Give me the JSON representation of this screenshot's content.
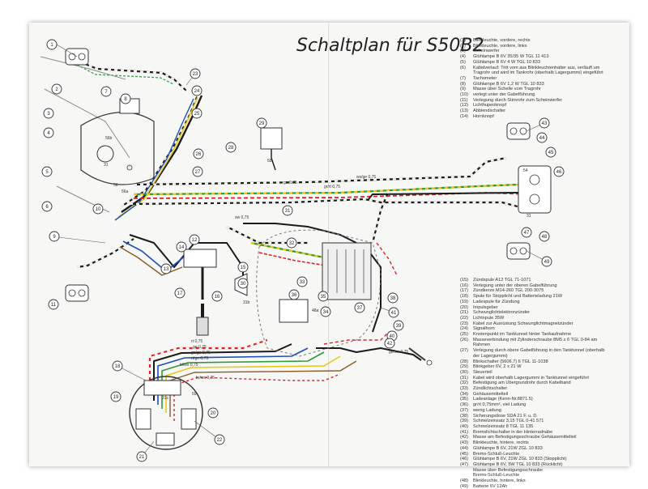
{
  "title": "Schaltplan für S50B2",
  "legend_top": [
    {
      "num": "(1)",
      "text": "Blinkleuchte, vordere, rechts"
    },
    {
      "num": "(2)",
      "text": "Blinkleuchte, vordere, links"
    },
    {
      "num": "(3)",
      "text": "Scheinwerfer"
    },
    {
      "num": "(4)",
      "text": "Glühlampe B 6V 35/35 W TGL 11 413"
    },
    {
      "num": "(5)",
      "text": "Glühlampe B 6V 4 W TGL 10 833"
    },
    {
      "num": "(6)",
      "text": "Kabelverlauf: Tritt vom aus Blinkleuchtenhalter aus, verläuft um"
    },
    {
      "num": "",
      "text": "Tragrohr und wird im Tankrohr (oberhalb Lagergummi) eingeführt"
    },
    {
      "num": "(7)",
      "text": "Tachometer"
    },
    {
      "num": "(8)",
      "text": "Glühlampe B 6V 1,2 W TGL 10 833"
    },
    {
      "num": "(9)",
      "text": "Masse über Schelle vom Tragrohr"
    },
    {
      "num": "(10)",
      "text": "verlegt unter der Gabelführung"
    },
    {
      "num": "(11)",
      "text": "Verlegung durch Stirnrohr zum Scheinwerfer"
    },
    {
      "num": "(12)",
      "text": "Lichthupenknopf"
    },
    {
      "num": "(13)",
      "text": "Abblendschalter"
    },
    {
      "num": "(14)",
      "text": "Hornknopf"
    }
  ],
  "legend_bottom": [
    {
      "num": "(15)",
      "text": "Zündspule A12 TGL 71-1071"
    },
    {
      "num": "(16)",
      "text": "Verlegung unter der oberen Gabelführung"
    },
    {
      "num": "(17)",
      "text": "Zündkerze M14-260 TGL 200-3075"
    },
    {
      "num": "(18)",
      "text": "Spule für Stopplicht und Batterieladung 21W"
    },
    {
      "num": "(19)",
      "text": "Ladespule für Zündung"
    },
    {
      "num": "(20)",
      "text": "Impulsgeber"
    },
    {
      "num": "(21)",
      "text": "Schwunglichtelektronzünder"
    },
    {
      "num": "(22)",
      "text": "Lichtspule 35W"
    },
    {
      "num": "(23)",
      "text": "Kabel zur Ausrüstung Schwunglichtmagnetzünder"
    },
    {
      "num": "(24)",
      "text": "Signalhorn"
    },
    {
      "num": "(25)",
      "text": "Knotenpunkt im Tanktunnel hinter Tankaufnahme"
    },
    {
      "num": "(26)",
      "text": "Masseverbindung mit Zylinderschraube 8M5 x 6 TGL 0-84 am"
    },
    {
      "num": "",
      "text": "Rahmen"
    },
    {
      "num": "(27)",
      "text": "Verlegung durch obere Gabelführung in den Tanktunnel (oberhalb"
    },
    {
      "num": "",
      "text": "der Lagergummi)"
    },
    {
      "num": "(28)",
      "text": "Blinkschalter (5606.7) 6 TGL 11-1038"
    },
    {
      "num": "(29)",
      "text": "Blinkgeber 6V, 2 x 21 W"
    },
    {
      "num": "(30)",
      "text": "Steuerteil"
    },
    {
      "num": "(31)",
      "text": "Kabel wird oberhalb Lagergummi in Tanktunnel eingeführt"
    },
    {
      "num": "(32)",
      "text": "Befestigung am Ubergrundrohr durch Kabelband"
    },
    {
      "num": "(33)",
      "text": "Zündlichtschalter"
    },
    {
      "num": "(34)",
      "text": "Gehäusemittelteil"
    },
    {
      "num": "(35)",
      "text": "Ladeanlage (Kenn-Nr.8871.5)"
    },
    {
      "num": "(36)",
      "text": "gr/rt 0,75mm², viel Ladung"
    },
    {
      "num": "(37)",
      "text": "wenig Ladung"
    },
    {
      "num": "(38)",
      "text": "Sicherungsdose SDA 21 F. u. D."
    },
    {
      "num": "(39)",
      "text": "Schmelzeinsatz 3,15 TGL 0-41 571"
    },
    {
      "num": "(40)",
      "text": "Schmelzeinsatz 8 TGL 11 135"
    },
    {
      "num": "(41)",
      "text": "Bremslichtschalter in der Hinterradnabe"
    },
    {
      "num": "(42)",
      "text": "Masse am Befestigungsschraube Gehäusemittelteil"
    },
    {
      "num": "(43)",
      "text": "Blinkleuchte, hintere, rechts"
    },
    {
      "num": "(44)",
      "text": "Glühlampe B 6V, 21W ZGL 10 833"
    },
    {
      "num": "(45)",
      "text": "Brems-Schluß-Leuchte"
    },
    {
      "num": "(46)",
      "text": "Glühlampe B 6V, 21W ZGL 10 833 (Stopplicht)"
    },
    {
      "num": "(47)",
      "text": "Glühlampe B 6V, 5W TGL 10 833 (Rücklicht)"
    },
    {
      "num": "",
      "text": "Masse über Befestigungsschraube"
    },
    {
      "num": "",
      "text": "Brems-Schluß-Leuchte"
    },
    {
      "num": "(48)",
      "text": "Blinkleuchte, hintere, links"
    },
    {
      "num": "(49)",
      "text": "Batterie 6V 12Ah"
    }
  ],
  "callouts": [
    "1",
    "2",
    "3",
    "4",
    "5",
    "6",
    "7",
    "8",
    "9",
    "10",
    "11",
    "12",
    "13",
    "14",
    "15",
    "16",
    "17",
    "18",
    "19",
    "20",
    "21",
    "22",
    "23",
    "24",
    "25",
    "26",
    "27",
    "28",
    "29",
    "30",
    "31",
    "32",
    "33",
    "34",
    "35",
    "36",
    "37",
    "38",
    "39",
    "40",
    "41",
    "42",
    "43",
    "44",
    "45",
    "46",
    "47",
    "48",
    "49"
  ],
  "terminal_labels": [
    "56b",
    "31",
    "58",
    "56a",
    "54",
    "31",
    "31b",
    "58",
    "59",
    "31c",
    "48a"
  ],
  "wire_labels": [
    "rt 0,75",
    "ge 0,75",
    "gn/ge 0,75",
    "rt/gn 0,75",
    "bl/ws 0,75",
    "br/ws 0,75",
    "sw 0,75",
    "gn 0,75",
    "gr/rt 0,75",
    "ws/ge 0,75",
    "ge/sw 0,75"
  ],
  "colors": {
    "black": "#1b1b1b",
    "red": "#d6262b",
    "green": "#2f9a3a",
    "yellow": "#e8c81a",
    "blue": "#1f4fb8",
    "brown": "#8a5a2b",
    "grey": "#8c8c8c",
    "white_dash": "#f7f7f5"
  }
}
